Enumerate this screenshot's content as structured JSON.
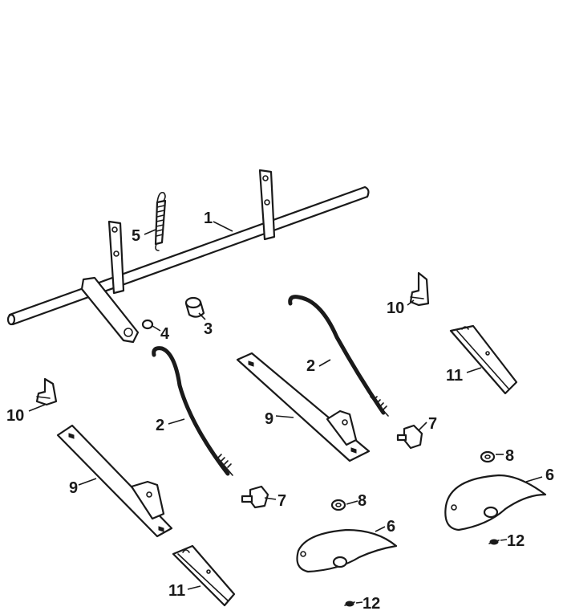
{
  "callouts": {
    "c1": "1",
    "c2a": "2",
    "c2b": "2",
    "c3": "3",
    "c4": "4",
    "c5": "5",
    "c6a": "6",
    "c6b": "6",
    "c7a": "7",
    "c7b": "7",
    "c8a": "8",
    "c8b": "8",
    "c9a": "9",
    "c9b": "9",
    "c10a": "10",
    "c10b": "10",
    "c11a": "11",
    "c11b": "11",
    "c12a": "12",
    "c12b": "12"
  }
}
